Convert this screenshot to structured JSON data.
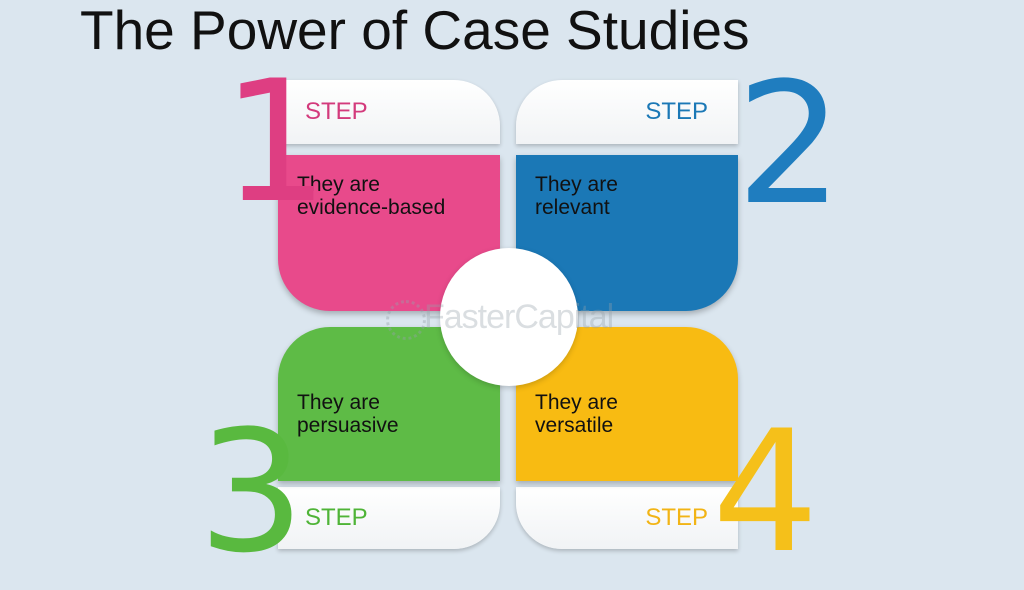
{
  "title": "The Power of Case Studies",
  "steps": [
    {
      "number": "1",
      "label": "STEP",
      "text_line1": "They are",
      "text_line2": "evidence-based",
      "color": "#e84a8b",
      "label_color": "#d33a7c"
    },
    {
      "number": "2",
      "label": "STEP",
      "text_line1": "They are",
      "text_line2": "relevant",
      "color": "#1b78b6",
      "label_color": "#1b78b6"
    },
    {
      "number": "3",
      "label": "STEP",
      "text_line1": "They are",
      "text_line2": "persuasive",
      "color": "#5ebb46",
      "label_color": "#4fb437"
    },
    {
      "number": "4",
      "label": "STEP",
      "text_line1": "They are",
      "text_line2": "versatile",
      "color": "#f8bb12",
      "label_color": "#f2b415"
    }
  ],
  "watermark": "FasterCapital"
}
